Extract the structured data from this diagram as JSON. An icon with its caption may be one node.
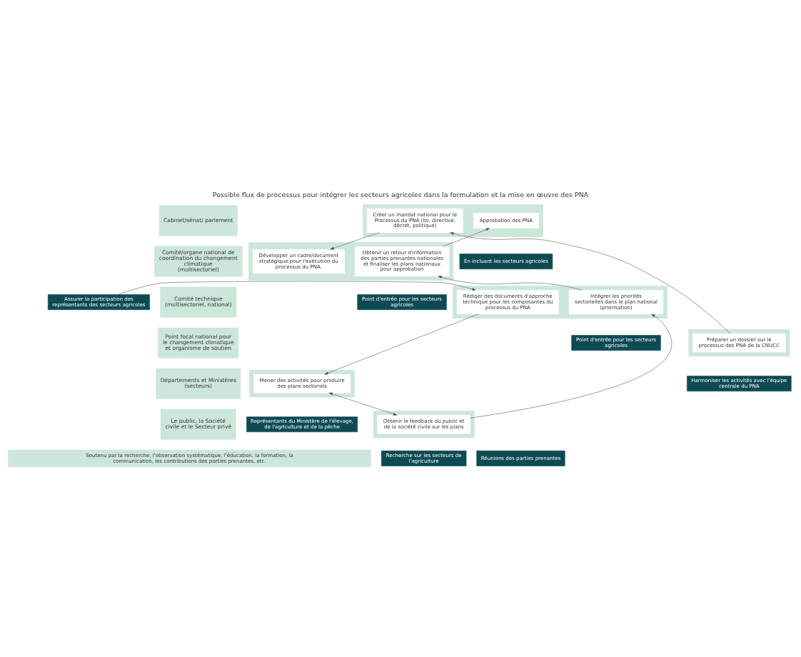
{
  "diagram": {
    "title": "Possible flux de processus pour intégrer les secteurs agricoles dans la formulation et la mise en œuvre des PNA",
    "nodes": [
      {
        "text": [
          "Cabinet/sénat/ parlement"
        ]
      },
      {
        "text": [],
        "shape": "box"
      },
      {
        "text": [
          "Créer un mandat national pour le Processus du PNA (loi, directive, décret, politique)"
        ],
        "in": 1
      },
      {
        "text": [
          "Approbation des PNA"
        ],
        "in": 1
      },
      {
        "text": [
          "En incluant les secteurs agricoles"
        ]
      },
      {
        "text": [
          "Comité/organe national de coordination du changement climatique (multisectoriel)"
        ]
      },
      {
        "text": [],
        "shape": "box"
      },
      {
        "text": [
          "Développer un cadre/document stratégique pour l'exécution du processus du PNA."
        ],
        "in": 6
      },
      {
        "text": [
          "Obtenir un retour d'information des parties prenantes nationales et finaliser les plans nationaux pour approbation"
        ],
        "in": 6
      },
      {
        "text": [
          "Point d'entrée pour les secteurs agricoles"
        ]
      },
      {
        "text": [
          "Assurer la participation des représentants des secteurs agricoles"
        ]
      },
      {
        "text": [
          "Comité technique (multisectoriel, national)"
        ]
      },
      {
        "text": [],
        "shape": "box"
      },
      {
        "text": [
          "Rédiger des documents d'approche technique pour les composantes du processus du PNA"
        ],
        "in": 12
      },
      {
        "text": [
          "Intégrer les priorités sectorielles dans le plan national (priorisation)"
        ],
        "in": 12
      },
      {
        "text": [
          "Point d'entrée pour les secteurs agricoles"
        ]
      },
      {
        "text": [
          "Point focal national pour le changement climatique et organisme de soutien"
        ]
      },
      {
        "text": [],
        "shape": "box"
      },
      {
        "text": [
          "Préparer un dossier sur le processus des PNA de la CNUCC"
        ],
        "in": 17
      },
      {
        "text": [
          "Harmoniser les activités avec l'équipe centrale du PNA"
        ]
      },
      {
        "text": [
          "Départements et Ministères (secteurs)"
        ]
      },
      {
        "text": [],
        "shape": "box"
      },
      {
        "text": [
          "Mener des activités pour produire des plans sectoriels"
        ],
        "in": 21
      },
      {
        "text": [
          "Représentants du Ministère de l'élevage, de l'agriculture et de la pèche"
        ]
      },
      {
        "text": [
          "Le public, la Société civile et le Secteur privé"
        ]
      },
      {
        "text": [],
        "shape": "box"
      },
      {
        "text": [
          "Obtenir le feedback du public et de la société civile sur les plans"
        ],
        "in": 25
      },
      {
        "text": [
          "Recherche sur les secteurs de l'agriculture"
        ]
      },
      {
        "text": [
          "Réunions des parties prenantes"
        ]
      },
      {
        "text": [
          "Soutenu par la recherche, l'observation systématique, l'éducation, la formation, la communication, les contributions des parties prenantes, etc."
        ]
      }
    ],
    "edges": [
      {
        "from": 18,
        "to": 2,
        "arrow": "to"
      },
      {
        "from": 2,
        "to": 7,
        "arrow": "to"
      },
      {
        "from": 10,
        "to": 13,
        "arrow": "to"
      },
      {
        "from": 13,
        "to": 22,
        "arrow": "to"
      },
      {
        "from": 22,
        "to": 26,
        "arrow": "both"
      },
      {
        "from": 26,
        "to": 14,
        "arrow": "to"
      },
      {
        "from": 14,
        "to": 8,
        "arrow": "to"
      },
      {
        "from": 8,
        "to": 3,
        "arrow": "to"
      }
    ]
  }
}
